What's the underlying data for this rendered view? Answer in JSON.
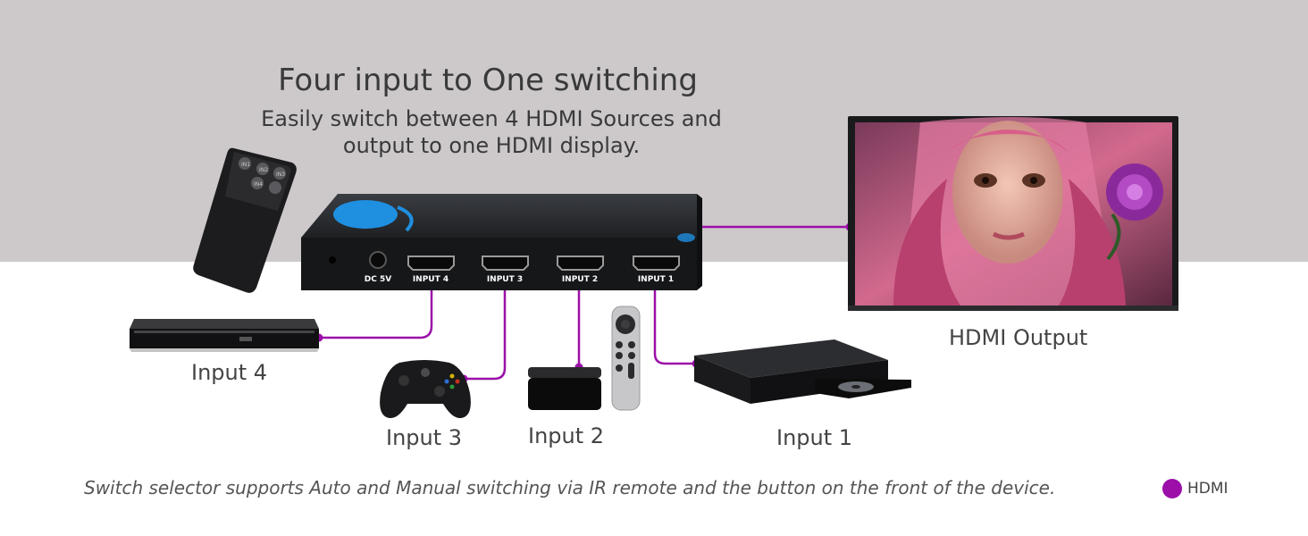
{
  "heading": {
    "title": "Four input to One switching",
    "subtitle_line1": "Easily switch between 4 HDMI Sources and",
    "subtitle_line2": "output to one HDMI display."
  },
  "switcher": {
    "port_labels": [
      "DC 5V",
      "INPUT 4",
      "INPUT 3",
      "INPUT 2",
      "INPUT 1"
    ]
  },
  "remote": {
    "buttons": [
      "IN1",
      "IN2",
      "IN3",
      "IN4"
    ]
  },
  "devices": {
    "input4": "Input 4",
    "input3": "Input 3",
    "input2": "Input 2",
    "input1": "Input 1",
    "output": "HDMI Output"
  },
  "footnote": "Switch selector supports Auto and Manual switching via IR remote and the button on the front of the device.",
  "legend": {
    "label": "HDMI",
    "color": "#9b0fa8"
  },
  "colors": {
    "cable": "#9b0fa8",
    "top_bg": "#cdc9ca"
  }
}
